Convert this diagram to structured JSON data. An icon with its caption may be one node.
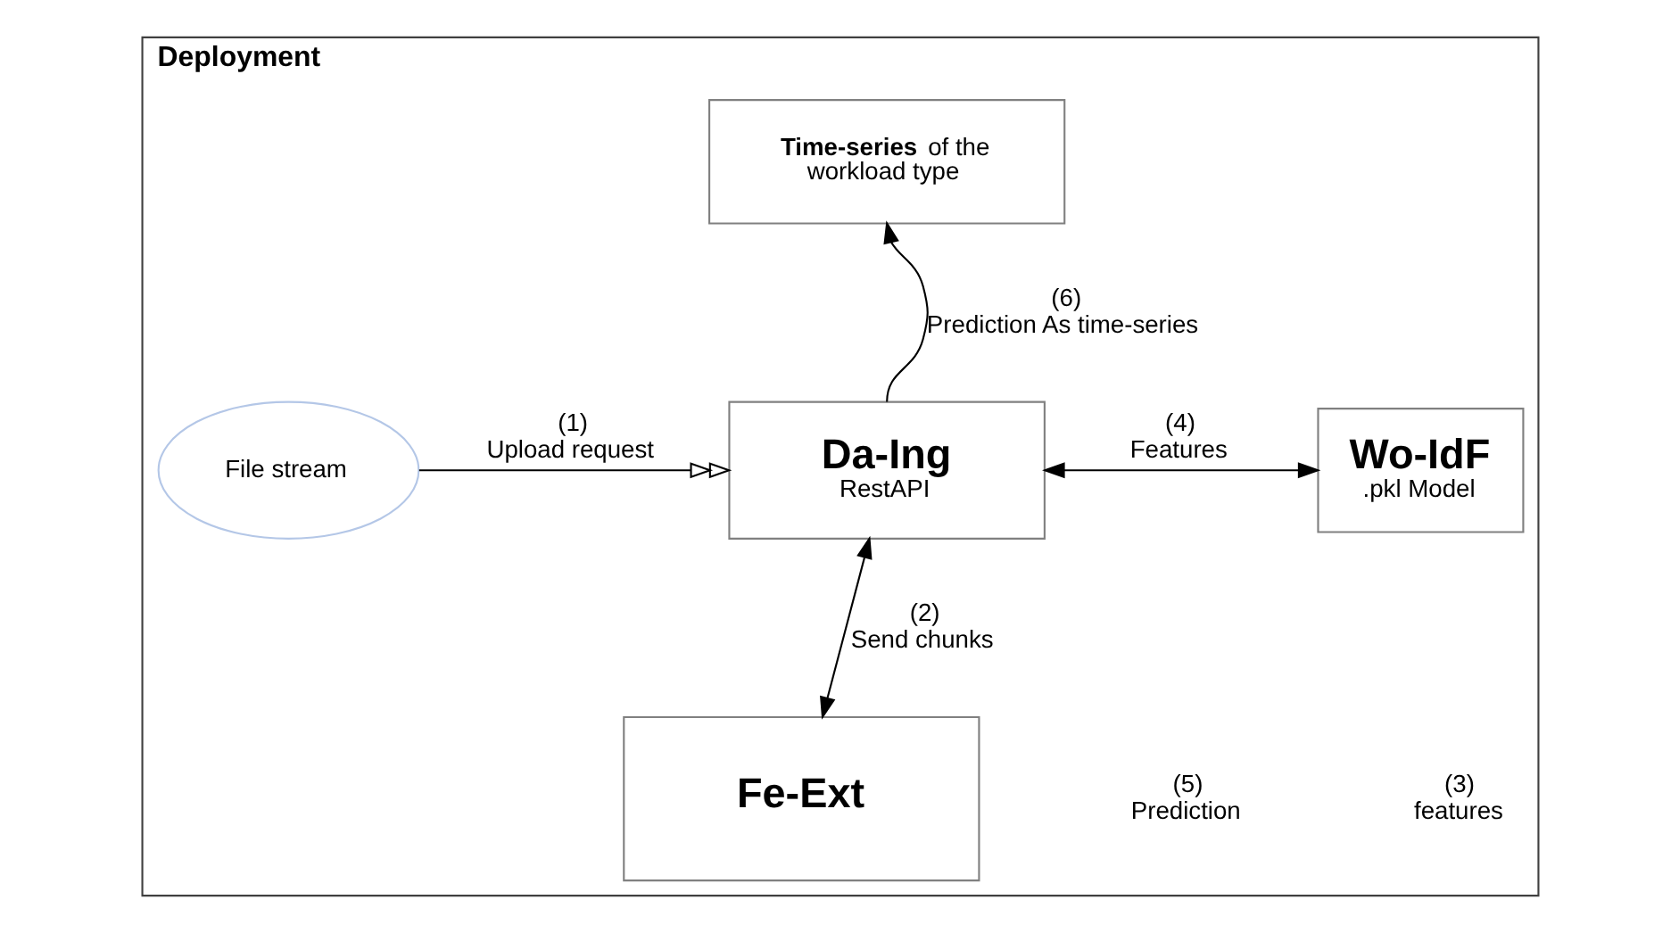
{
  "diagram": {
    "nodes": [
      {
        "text": [
          "Deployment"
        ]
      },
      {
        "text": [
          "**Time-series** of the workload type"
        ],
        "in": 0
      },
      {
        "text": [
          "File stream"
        ],
        "in": 0
      },
      {
        "text": [
          "Da-Ing",
          "RestAPI"
        ],
        "in": 0
      },
      {
        "text": [
          "Wo-IdF",
          ".pkl Model"
        ],
        "in": 0
      },
      {
        "text": [
          "Fe-Ext"
        ],
        "in": 0
      }
    ],
    "edges": [
      {
        "from": 2,
        "to": 3,
        "arrow": "to",
        "label": "(1) Upload request"
      },
      {
        "from": 3,
        "to": 1,
        "arrow": "to",
        "label": "(6) Prediction As time-series"
      },
      {
        "from": 3,
        "to": 4,
        "arrow": "both",
        "label": "(4) Features"
      },
      {
        "from": 3,
        "to": 5,
        "arrow": "both",
        "label": "(2) Send chunks"
      }
    ],
    "labels": [
      "(5) Prediction",
      "(3) features"
    ]
  }
}
